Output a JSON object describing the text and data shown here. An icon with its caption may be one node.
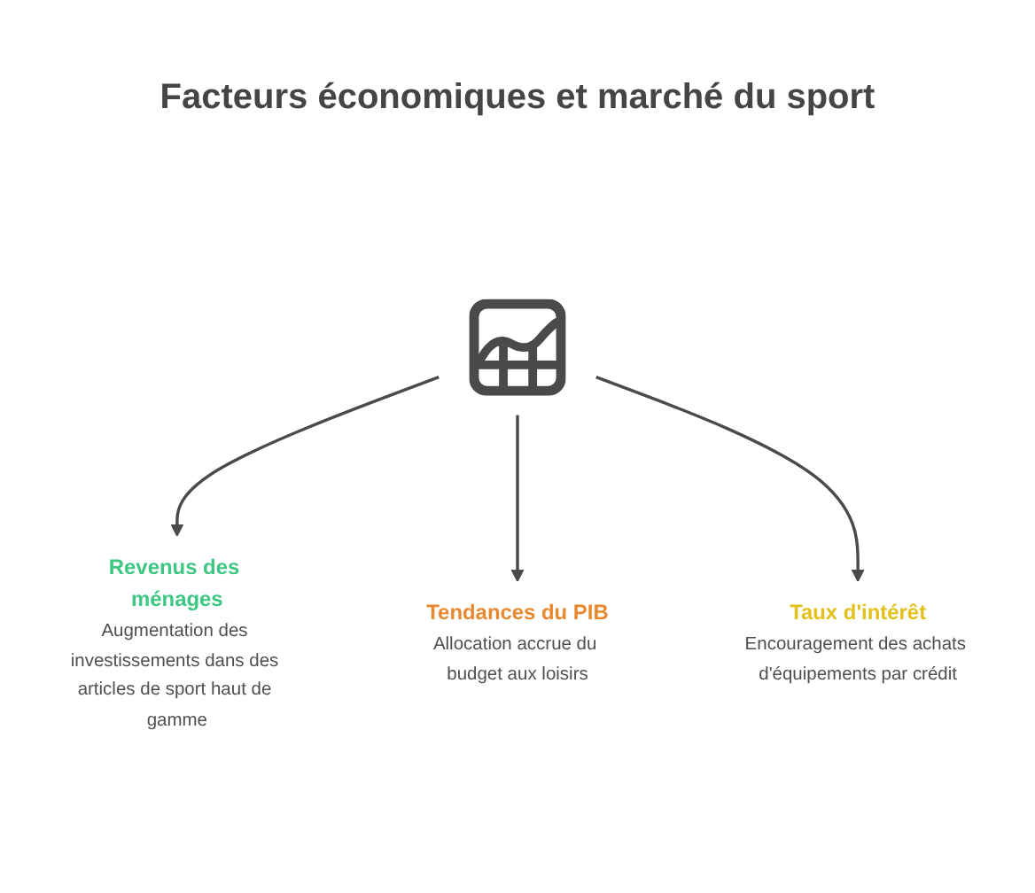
{
  "diagram": {
    "title": "Facteurs économiques et marché du sport",
    "nodes": [
      {
        "text": [
          "Revenus des ménages",
          "Augmentation des investissements dans des articles de sport haut de gamme"
        ]
      },
      {
        "text": [],
        "shape": "picture"
      },
      {
        "text": [
          "Tendances du PIB",
          "Allocation accrue du budget aux loisirs"
        ]
      },
      {
        "text": [
          "Taux d'intérêt",
          "Encouragement des achats d'équipements par crédit"
        ]
      }
    ],
    "edges": [
      {
        "from": 1,
        "to": 0,
        "arrow": "to"
      },
      {
        "from": 1,
        "to": 2,
        "arrow": "to"
      },
      {
        "from": 1,
        "to": 3,
        "arrow": "to"
      }
    ]
  }
}
